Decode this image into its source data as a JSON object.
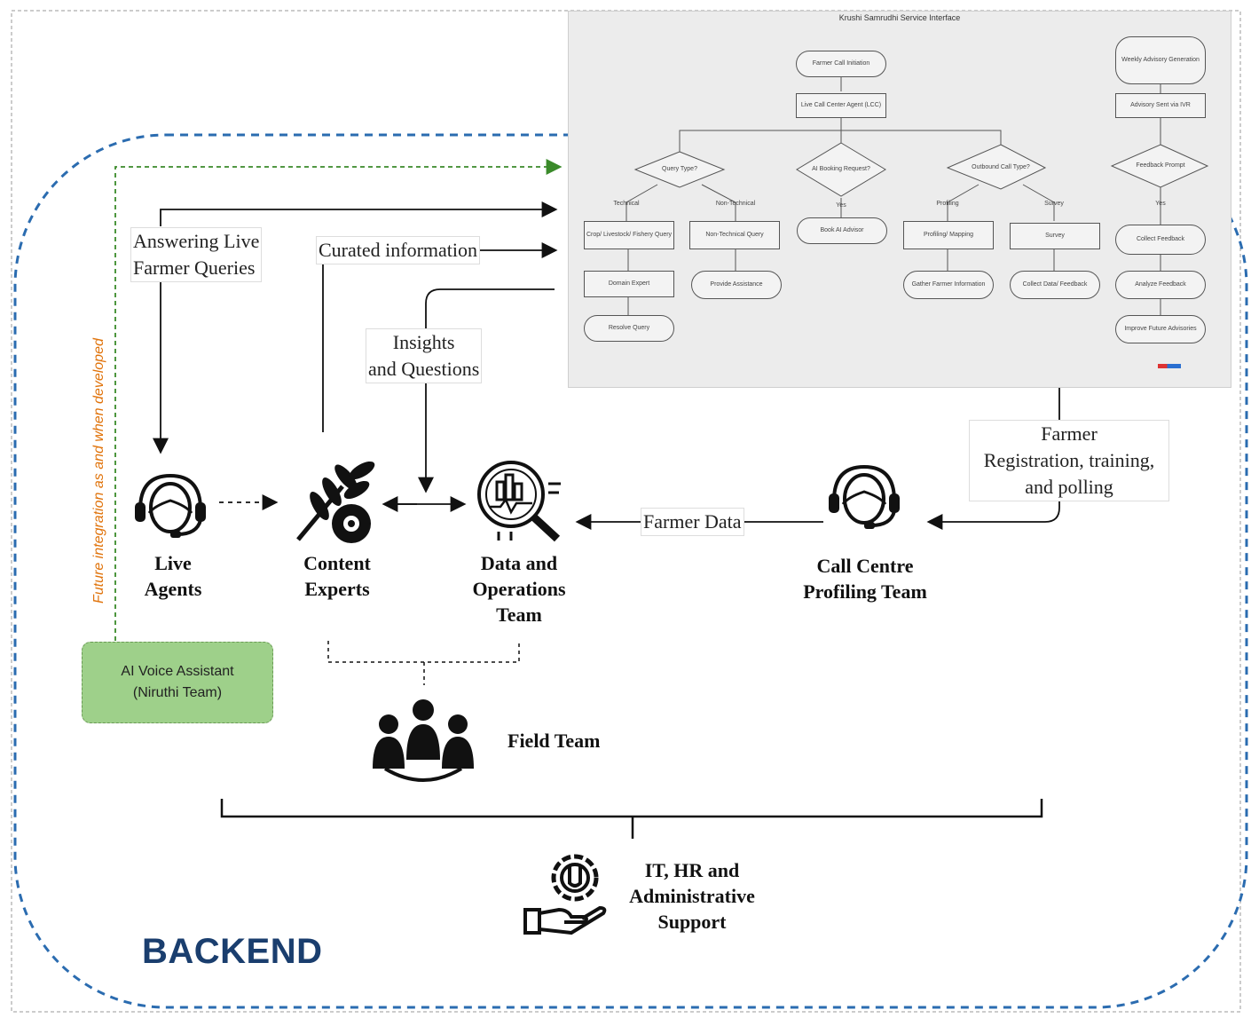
{
  "outer_label": "BACKEND",
  "future_note": "Future integration as and when developed",
  "ai_box": {
    "line1": "AI Voice Assistant",
    "line2": "(Niruthi Team)"
  },
  "flows": {
    "answering": {
      "line1": "Answering Live",
      "line2": "Farmer Queries"
    },
    "curated": "Curated information",
    "insights": {
      "line1": "Insights",
      "line2": "and Questions"
    },
    "farmer_data": "Farmer Data",
    "registration": {
      "line1": "Farmer",
      "line2": "Registration, training,",
      "line3": "and polling"
    }
  },
  "teams": {
    "live_agents": {
      "line1": "Live",
      "line2": "Agents"
    },
    "content_experts": {
      "line1": "Content",
      "line2": "Experts"
    },
    "data_ops": {
      "line1": "Data and",
      "line2": "Operations",
      "line3": "Team"
    },
    "call_centre": {
      "line1": "Call Centre",
      "line2": "Profiling Team"
    },
    "field_team": "Field Team",
    "support": {
      "line1": "IT, HR and",
      "line2": "Administrative",
      "line3": "Support"
    }
  },
  "icons": [
    "headset-agent-icon",
    "leaf-gear-icon",
    "data-analysis-icon",
    "group-people-icon",
    "gear-hand-icon"
  ],
  "colors": {
    "dashed_border": "#2b6cb0",
    "future_arrow": "#3a8a2a",
    "future_text": "#e0730b",
    "ai_box": "#9ed08a",
    "backend": "#1a3e6e"
  },
  "flowchart": {
    "title": "Krushi Samrudhi Service Interface",
    "nodes": {
      "farmer_call": "Farmer Call Initiation",
      "lcc_agent": "Live Call Center Agent (LCC)",
      "query_type": "Query Type?",
      "ai_booking": "AI Booking Request?",
      "outbound_type": "Outbound Call Type?",
      "crop_query": "Crop/ Livestock/ Fishery Query",
      "nontech_query": "Non-Technical Query",
      "domain_expert": "Domain Expert",
      "resolve_query": "Resolve Query",
      "provide_assistance": "Provide Assistance",
      "book_ai": "Book AI Advisor",
      "profiling": "Profiling/ Mapping",
      "survey": "Survey",
      "gather_info": "Gather Farmer Information",
      "collect_data": "Collect Data/ Feedback",
      "weekly_advisory": "Weekly Advisory Generation",
      "advisory_ivr": "Advisory Sent via IVR",
      "feedback_prompt": "Feedback Prompt",
      "collect_feedback": "Collect Feedback",
      "analyze_feedback": "Analyze Feedback",
      "improve_advisories": "Improve Future Advisories"
    },
    "edges": {
      "technical": "Technical",
      "non_technical": "Non-Technical",
      "yes1": "Yes",
      "profiling": "Profiling",
      "survey": "Survey",
      "yes2": "Yes"
    }
  }
}
